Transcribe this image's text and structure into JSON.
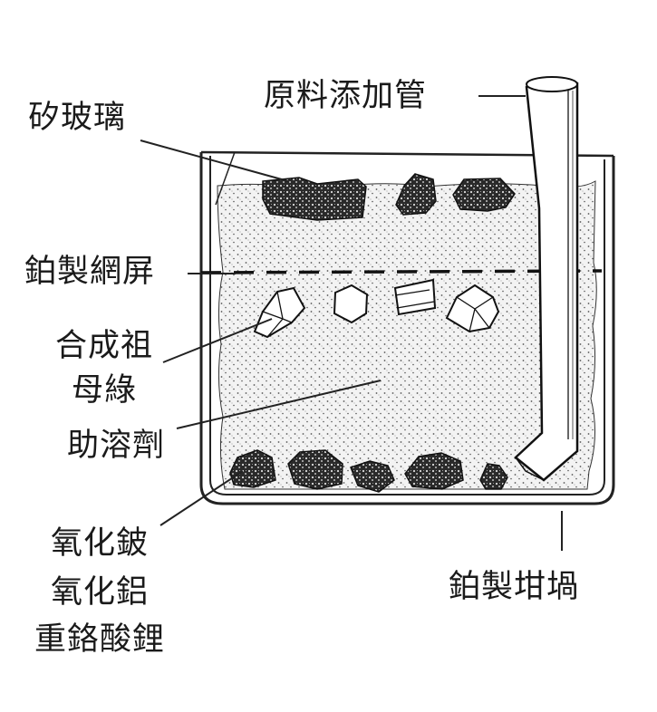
{
  "labels": {
    "feed_tube": "原料添加管",
    "silica_glass": "矽玻璃",
    "platinum_mesh": "鉑製網屏",
    "synthetic_emerald": [
      "合成祖",
      "母綠"
    ],
    "flux": "助溶劑",
    "raw_materials": [
      "氧化鈹",
      "氧化鋁",
      "重鉻酸鋰"
    ],
    "platinum_crucible": "鉑製坩堝"
  }
}
